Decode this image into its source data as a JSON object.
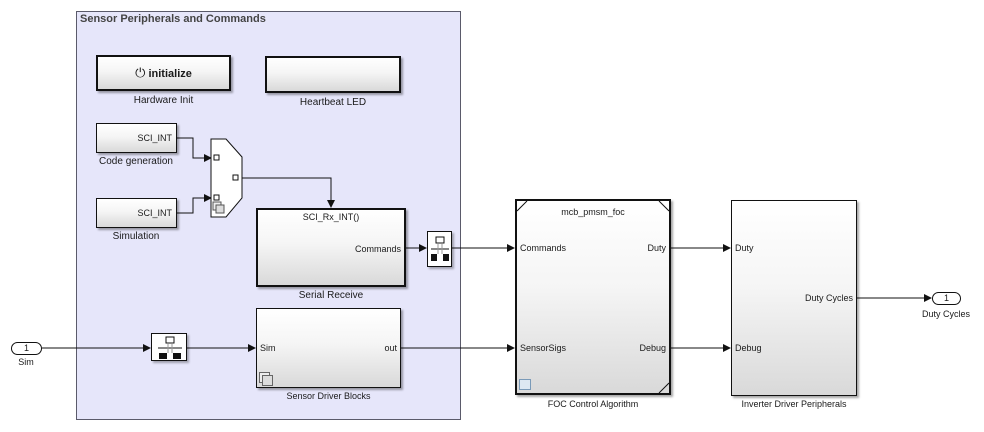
{
  "area": {
    "title": "Sensor Peripherals and Commands"
  },
  "blocks": {
    "hardware_init": {
      "label": "Hardware Init",
      "text": "initialize",
      "icon": "power-icon"
    },
    "heartbeat": {
      "label": "Heartbeat LED"
    },
    "code_gen": {
      "label": "Code generation",
      "port": "SCI_INT"
    },
    "simulation": {
      "label": "Simulation",
      "port": "SCI_INT"
    },
    "serial_receive": {
      "label": "Serial Receive",
      "trigger": "SCI_Rx_INT()",
      "out_port": "Commands"
    },
    "sensor_driver": {
      "label": "Sensor Driver Blocks",
      "in_port": "Sim",
      "out_port": "out"
    },
    "foc": {
      "label": "FOC Control Algorithm",
      "model": "mcb_pmsm_foc",
      "in_ports": [
        "Commands",
        "SensorSigs"
      ],
      "out_ports": [
        "Duty",
        "Debug"
      ]
    },
    "inverter": {
      "label": "Inverter Driver Peripherals",
      "in_ports": [
        "Duty",
        "Debug"
      ],
      "out_port": "Duty Cycles"
    }
  },
  "inport": {
    "number": "1",
    "label": "Sim"
  },
  "outport": {
    "number": "1",
    "label": "Duty Cycles"
  }
}
